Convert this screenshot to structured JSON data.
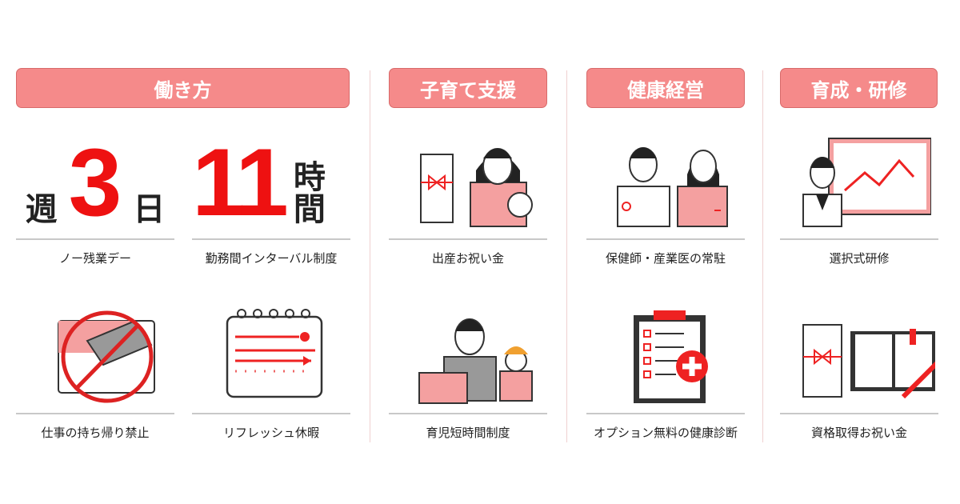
{
  "sections": [
    {
      "title": "働き方"
    },
    {
      "title": "子育て支援"
    },
    {
      "title": "健康経営"
    },
    {
      "title": "育成・研修"
    }
  ],
  "work": {
    "stat1": {
      "prefix": "週",
      "number": "3",
      "suffix": "日",
      "label": "ノー残業デー"
    },
    "stat2": {
      "number": "11",
      "suffix": "時間",
      "label": "勤務間インターバル制度"
    },
    "item3": "仕事の持ち帰り禁止",
    "item4": "リフレッシュ休暇"
  },
  "child": {
    "item1": "出産お祝い金",
    "item2": "育児短時間制度"
  },
  "health": {
    "item1": "保健師・産業医の常駐",
    "item2": "オプション無料の健康診断"
  },
  "training": {
    "item1": "選択式研修",
    "item2": "資格取得お祝い金"
  },
  "colors": {
    "header": "#f58a8a",
    "accent": "#ee1111",
    "pink": "#f4a0a0"
  }
}
